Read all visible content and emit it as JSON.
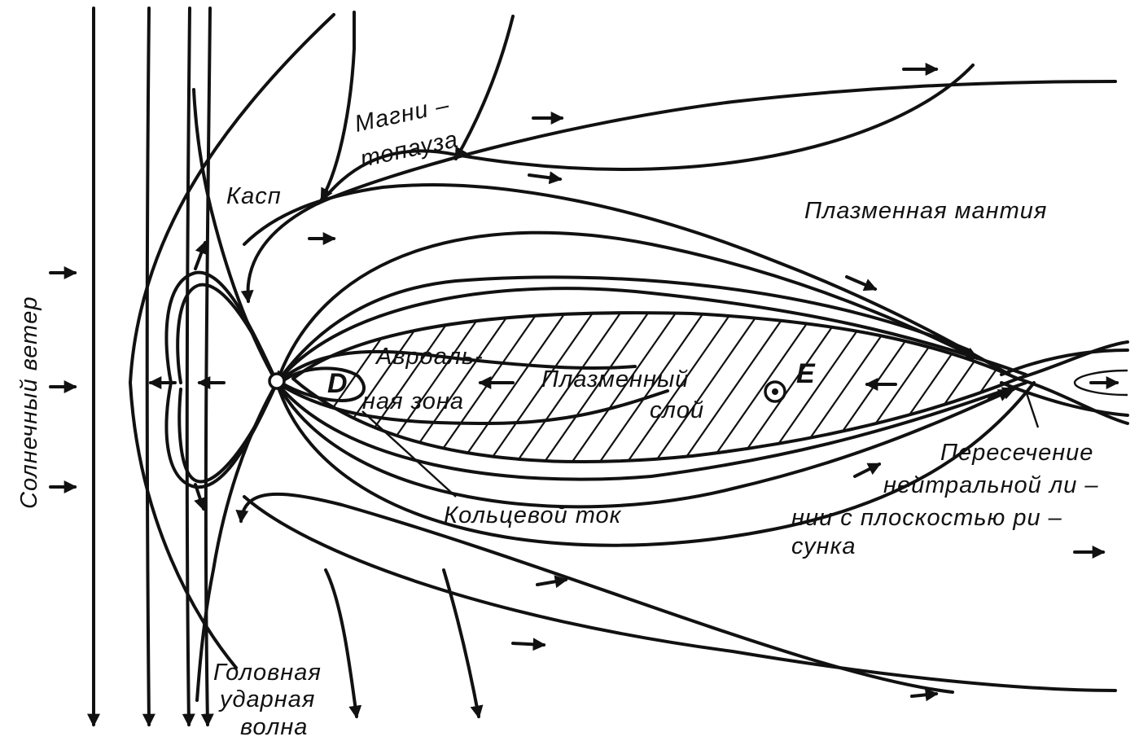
{
  "labels": {
    "solar_wind": "Солнечный ветер",
    "magnetopause_1": "Магни –",
    "magnetopause_2": "топауза",
    "cusp": "Касп",
    "plasma_mantle": "Плазменная мантия",
    "auroral_zone_1": "Авроаль-",
    "auroral_zone_2": "ная зона",
    "plasma_sheet_1": "Плазменный",
    "plasma_sheet_2": "слой",
    "point_d": "D",
    "point_e": "E",
    "ring_current": "Кольцевой ток",
    "neutral_line_1": "Пересечение",
    "neutral_line_2": "нейтральной ли –",
    "neutral_line_3": "нии с  плоскостью ри –",
    "neutral_line_4": "сунка",
    "bow_shock_1": "Головная",
    "bow_shock_2": "ударная",
    "bow_shock_3": "волна"
  },
  "colors": {
    "ink": "#111111",
    "background": "#ffffff"
  }
}
